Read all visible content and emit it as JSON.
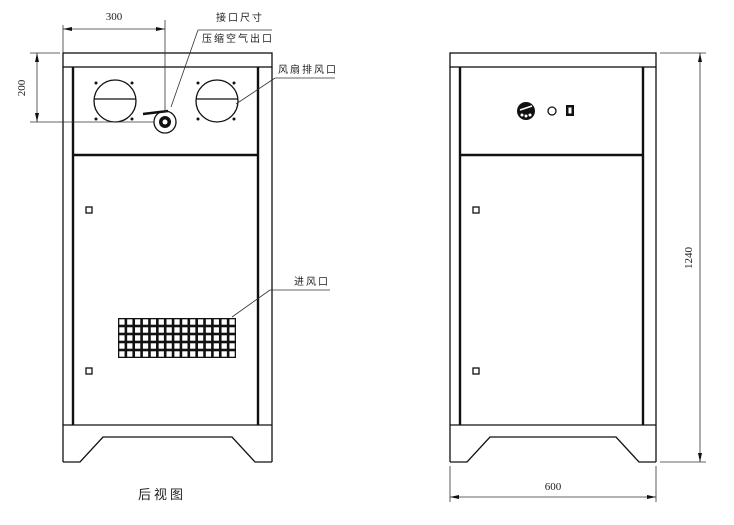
{
  "drawing": {
    "title": "后视图",
    "dimensions": {
      "outlet_horizontal": "300",
      "outlet_vertical": "200",
      "height": "1240",
      "width": "600"
    },
    "labels": {
      "port_size": "接口尺寸",
      "air_outlet": "压缩空气出口",
      "fan_exhaust": "风扇排风口",
      "air_inlet": "进风口"
    },
    "inlet_grid": {
      "columns": 15,
      "rows": 5
    },
    "line_color": "#111111"
  }
}
